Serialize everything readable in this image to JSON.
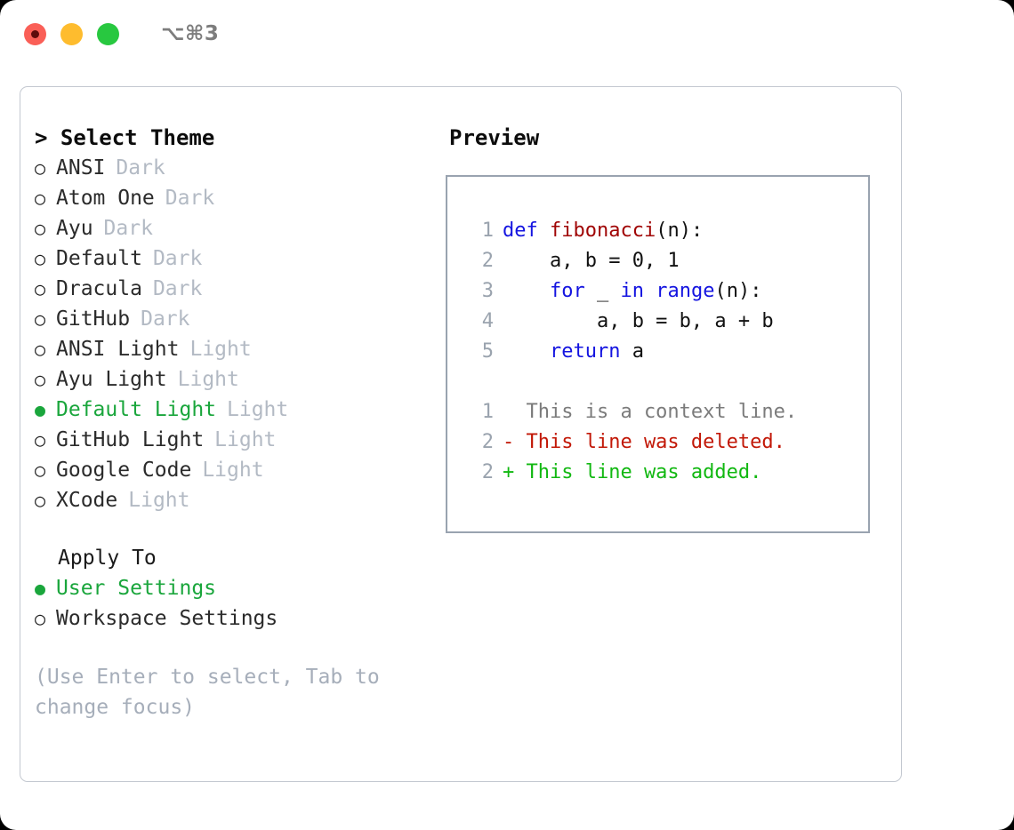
{
  "window": {
    "title": "⌥⌘3",
    "traffic_lights": [
      "close-red",
      "minimize-yellow",
      "maximize-green"
    ]
  },
  "theme_picker": {
    "header": "> Select Theme",
    "items": [
      {
        "marker": "○",
        "label": "ANSI",
        "tag": "Dark",
        "selected": false
      },
      {
        "marker": "○",
        "label": "Atom One",
        "tag": "Dark",
        "selected": false
      },
      {
        "marker": "○",
        "label": "Ayu",
        "tag": "Dark",
        "selected": false
      },
      {
        "marker": "○",
        "label": "Default",
        "tag": "Dark",
        "selected": false
      },
      {
        "marker": "○",
        "label": "Dracula",
        "tag": "Dark",
        "selected": false
      },
      {
        "marker": "○",
        "label": "GitHub",
        "tag": "Dark",
        "selected": false
      },
      {
        "marker": "○",
        "label": "ANSI Light",
        "tag": "Light",
        "selected": false
      },
      {
        "marker": "○",
        "label": "Ayu Light",
        "tag": "Light",
        "selected": false
      },
      {
        "marker": "●",
        "label": "Default Light",
        "tag": "Light",
        "selected": true
      },
      {
        "marker": "○",
        "label": "GitHub Light",
        "tag": "Light",
        "selected": false
      },
      {
        "marker": "○",
        "label": "Google Code",
        "tag": "Light",
        "selected": false
      },
      {
        "marker": "○",
        "label": "XCode",
        "tag": "Light",
        "selected": false
      }
    ]
  },
  "apply_to": {
    "header": "Apply To",
    "items": [
      {
        "marker": "●",
        "label": "User Settings",
        "selected": true
      },
      {
        "marker": "○",
        "label": "Workspace Settings",
        "selected": false
      }
    ]
  },
  "hint": "(Use Enter to select, Tab to change focus)",
  "preview": {
    "title": "Preview",
    "code": [
      {
        "num": "1",
        "tokens": [
          {
            "t": "def ",
            "c": "kw"
          },
          {
            "t": "fibonacci",
            "c": "fn"
          },
          {
            "t": "(n):",
            "c": "pl"
          }
        ]
      },
      {
        "num": "2",
        "tokens": [
          {
            "t": "    a, b = 0, 1",
            "c": "pl"
          }
        ]
      },
      {
        "num": "3",
        "tokens": [
          {
            "t": "    ",
            "c": "pl"
          },
          {
            "t": "for",
            "c": "kw"
          },
          {
            "t": " _ ",
            "c": "pl"
          },
          {
            "t": "in",
            "c": "kw"
          },
          {
            "t": " ",
            "c": "pl"
          },
          {
            "t": "range",
            "c": "kw"
          },
          {
            "t": "(n):",
            "c": "pl"
          }
        ]
      },
      {
        "num": "4",
        "tokens": [
          {
            "t": "        a, b = b, a + b",
            "c": "pl"
          }
        ]
      },
      {
        "num": "5",
        "tokens": [
          {
            "t": "    ",
            "c": "pl"
          },
          {
            "t": "return",
            "c": "kw"
          },
          {
            "t": " a",
            "c": "pl"
          }
        ]
      }
    ],
    "diff": [
      {
        "num": "1",
        "text": "  This is a context line.",
        "kind": "ctx"
      },
      {
        "num": "2",
        "text": "- This line was deleted.",
        "kind": "del"
      },
      {
        "num": "2",
        "text": "+ This line was added.",
        "kind": "add"
      }
    ]
  },
  "colors": {
    "selected_green": "#1aa63c",
    "tag_gray": "#b3bac4",
    "hint_gray": "#a6aeba",
    "keyword_blue": "#1414e0",
    "function_red": "#a00505",
    "diff_deleted": "#c21807",
    "diff_added": "#12b812",
    "panel_border": "#c3c8d0",
    "preview_border": "#99a3b0"
  }
}
